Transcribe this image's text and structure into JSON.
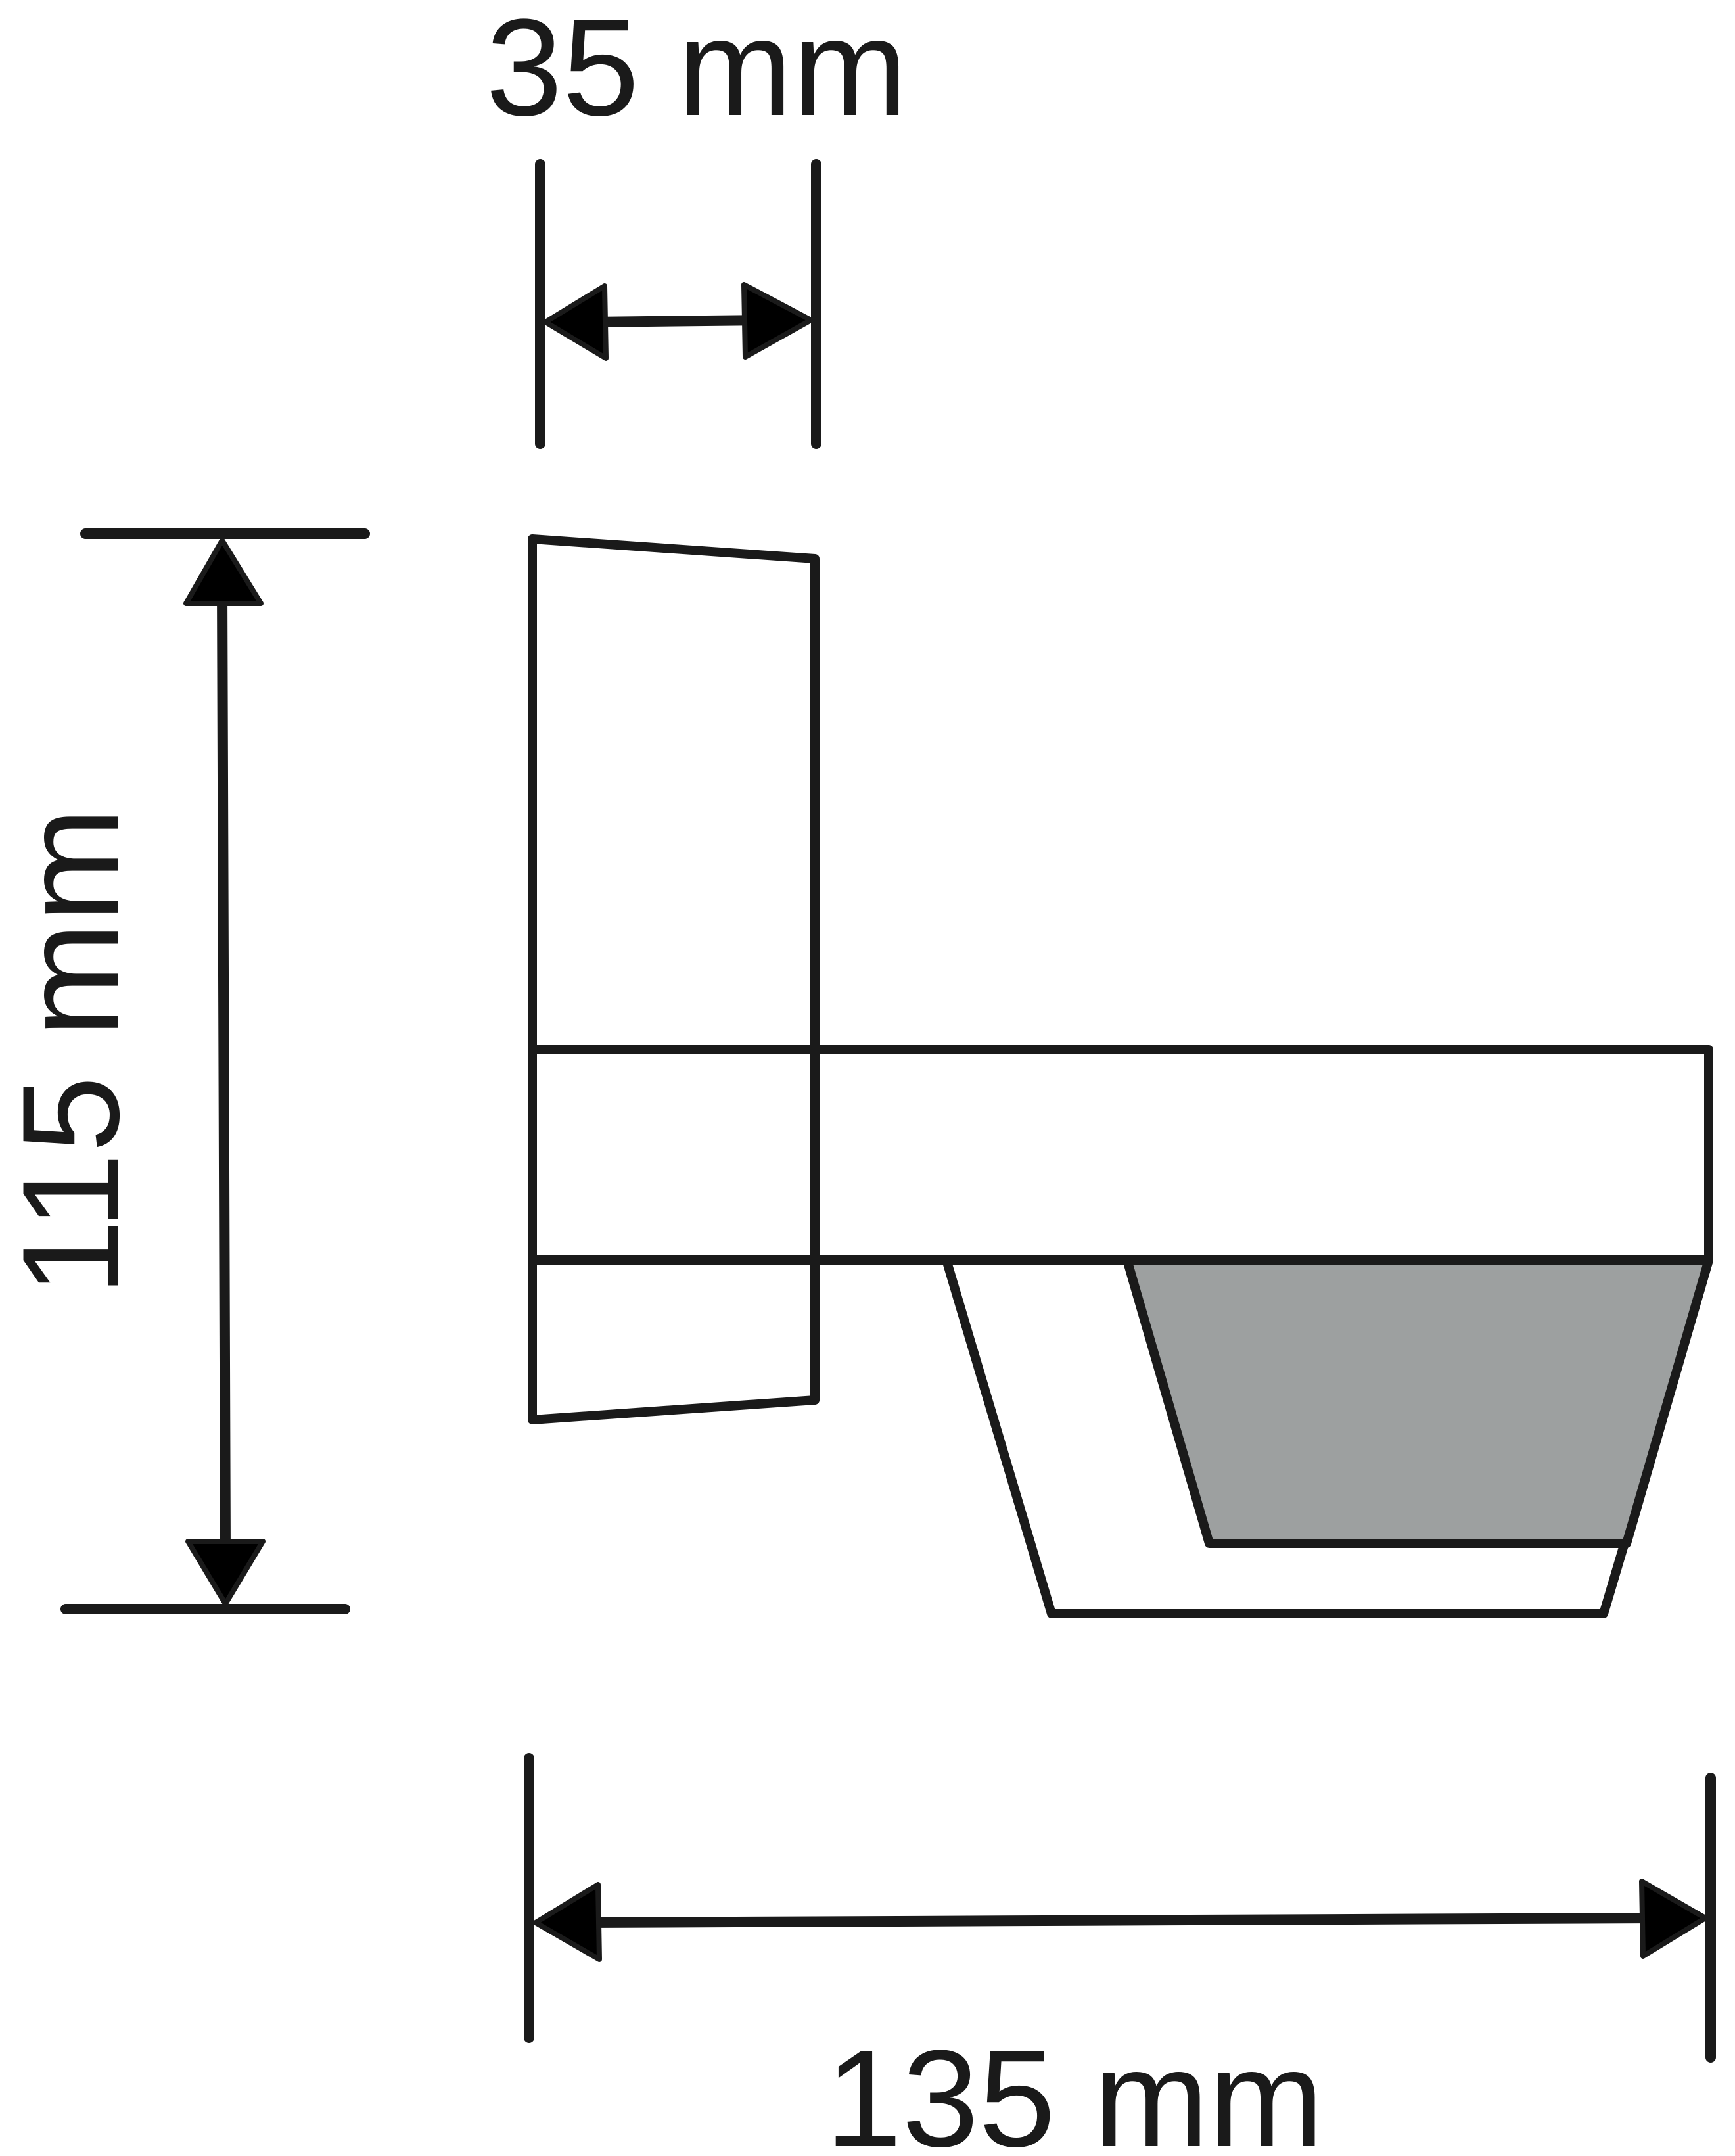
{
  "dimensions": {
    "depth_label": "35 mm",
    "height_label": "115 mm",
    "width_label": "135 mm"
  },
  "colors": {
    "outline": "#1a1a1a",
    "lens_fill": "#9da0a0",
    "background": "#ffffff"
  }
}
